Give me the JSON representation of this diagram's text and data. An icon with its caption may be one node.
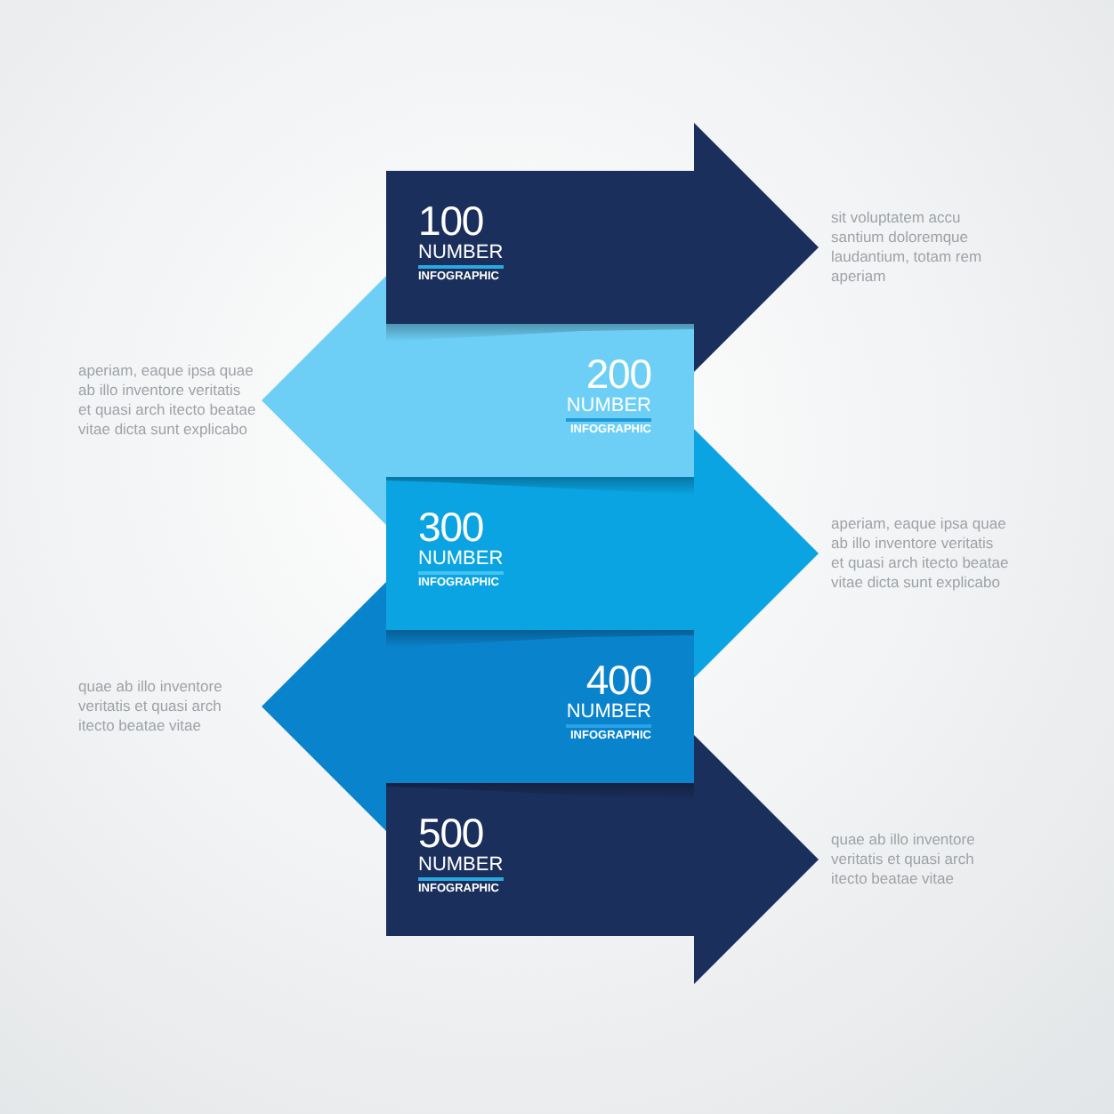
{
  "diagram": {
    "nodes": [
      {
        "text": [
          "100",
          "NUMBER",
          "INFOGRAPHIC"
        ],
        "beside": [
          "sit voluptatem accu santium doloremque laudantium, totam rem aperiam"
        ]
      },
      {
        "text": [
          "200",
          "NUMBER",
          "INFOGRAPHIC"
        ],
        "beside": [
          "aperiam, eaque ipsa quae ab illo inventore veritatis et quasi arch itecto beatae vitae dicta sunt explicabo"
        ]
      },
      {
        "text": [
          "300",
          "NUMBER",
          "INFOGRAPHIC"
        ],
        "beside": [
          "aperiam, eaque ipsa quae ab illo inventore veritatis et quasi arch itecto beatae vitae dicta sunt explicabo"
        ]
      },
      {
        "text": [
          "400",
          "NUMBER",
          "INFOGRAPHIC"
        ],
        "beside": [
          "quae ab illo inventore veritatis et quasi arch itecto beatae vitae"
        ]
      },
      {
        "text": [
          "500",
          "NUMBER",
          "INFOGRAPHIC"
        ],
        "beside": [
          "quae ab illo inventore veritatis et quasi arch itecto beatae vitae"
        ]
      }
    ]
  }
}
